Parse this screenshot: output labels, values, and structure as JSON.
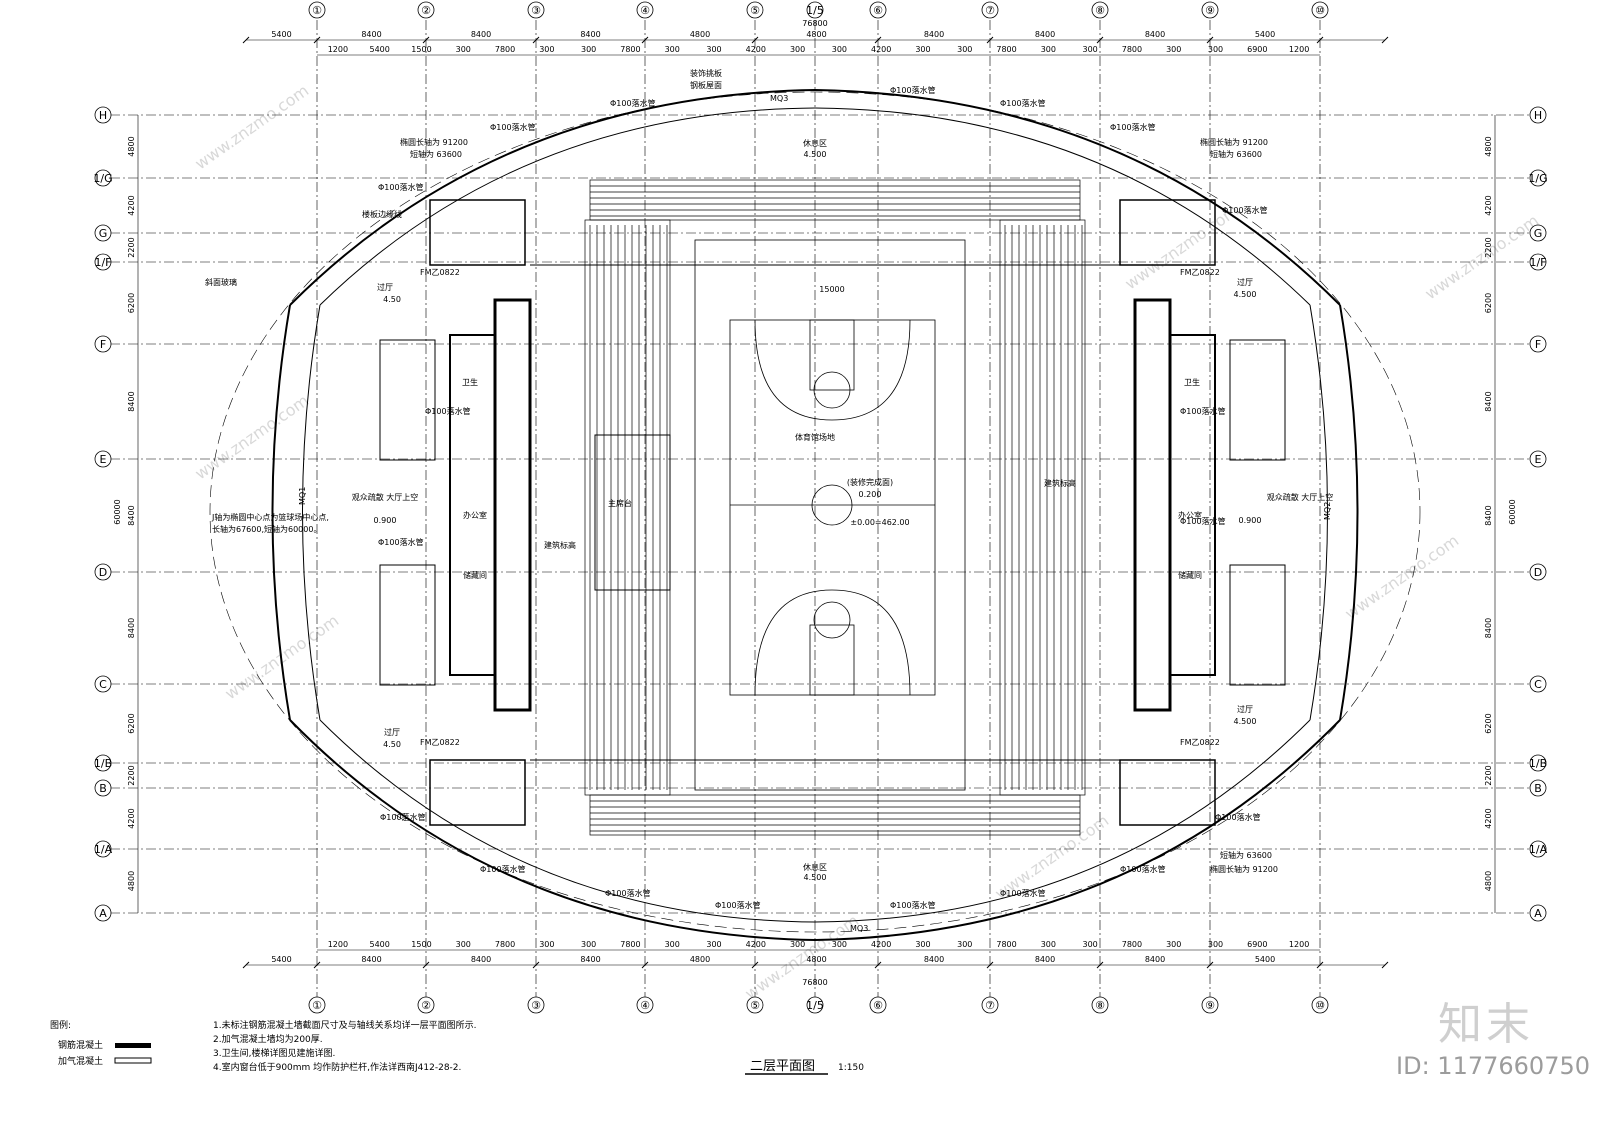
{
  "axes_numeric": [
    "①",
    "②",
    "③",
    "④",
    "⑤",
    "1/5",
    "⑥",
    "⑦",
    "⑧",
    "⑨",
    "⑩"
  ],
  "axes_letter": [
    "H",
    "1/G",
    "G",
    "1/F",
    "F",
    "E",
    "D",
    "C",
    "1/B",
    "B",
    "1/A",
    "A"
  ],
  "top_dims_row1": [
    "5400",
    "8400",
    "8400",
    "8400",
    "4800",
    "4800",
    "8400",
    "8400",
    "8400",
    "5400"
  ],
  "top_total": "76800",
  "top_dims_row2": [
    "1200",
    "5400",
    "1500",
    "300",
    "7800",
    "300",
    "300",
    "7800",
    "300",
    "300",
    "4200",
    "300",
    "300",
    "4200",
    "300",
    "300",
    "7800",
    "300",
    "300",
    "7800",
    "300",
    "300",
    "6900",
    "1200"
  ],
  "bottom_total": "76800",
  "side_dims_left": [
    "4800",
    "4200",
    "2200",
    "6200",
    "8400",
    "8400",
    "8400",
    "6200",
    "2200",
    "4200",
    "4800"
  ],
  "side_total": "60000",
  "rooms": {
    "court": "体育馆场地",
    "rest_top": "休息区",
    "rest_top_level": "4.500",
    "rest_bottom": "休息区",
    "rest_bottom_level": "4.500",
    "hall_left": "观众疏散\n大厅上空",
    "hall_left_level": "0.900",
    "hall_right": "观众疏散\n大厅上空",
    "hall_right_level": "0.900",
    "office_left": "办公室",
    "office_right": "办公室",
    "storage_left": "储藏间",
    "storage_right": "储藏间",
    "wc_left": "卫生",
    "wc_right": "卫生",
    "corridor_tl": "过厅",
    "corridor_tl_level": "4.50",
    "corridor_bl": "过厅",
    "corridor_bl_level": "4.50",
    "corridor_tr": "过厅",
    "corridor_tr_level": "4.500",
    "corridor_br": "过厅",
    "corridor_br_level": "4.500",
    "stage": "主席台",
    "finish_note": "(装修完成面)",
    "finish_level": "0.200",
    "elev_note": "±0.00=462.00",
    "left_gallery": "建筑标高",
    "right_gallery": "建筑标高"
  },
  "annotations": {
    "drain": "Φ100落水管",
    "ellipse_long": "椭圆长轴为 91200",
    "ellipse_short": "短轴为 63600",
    "glass": "斜面玻璃",
    "stair_line": "楼板边缘线",
    "deco_panel": "装饰挑板",
    "steel_roof": "钢板屋面",
    "axis_j_note_1": "J轴为椭圆中心点为篮球场中心点,",
    "axis_j_note_2": "长轴为67600,短轴为60000。",
    "fm_door": "FM乙0822",
    "mq1": "MQ1",
    "mq2": "MQ2",
    "mq3": "MQ3",
    "court_width": "15000"
  },
  "legend": {
    "title": "图例:",
    "item1": "钢筋混凝土",
    "item2": "加气混凝土"
  },
  "notes": [
    "1.未标注钢筋混凝土墙截面尺寸及与轴线关系均详一层平面图所示.",
    "2.加气混凝土墙均为200厚.",
    "3.卫生间,楼梯详图见建施详图.",
    "4.室内窗台低于900mm 均作防护栏杆,作法详西南J412-28-2."
  ],
  "drawing_title": "二层平面图",
  "scale": "1:150",
  "watermark_brand": "知末",
  "watermark_id": "ID: 1177660750",
  "watermark_url": "www.znzmo.com"
}
